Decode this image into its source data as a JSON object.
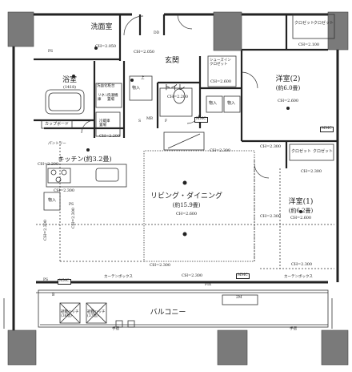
{
  "rooms": {
    "wash": "洗面室",
    "bath": "浴室",
    "bath_size": "(1418)",
    "toilet": "トイレ",
    "entrance": "玄関",
    "shoes": "シューズイン\nクロゼット",
    "kitchen": "キッチン(約3.2畳)",
    "living": "リビング・ダイニング",
    "living_size": "(約15.9畳)",
    "west2": "洋室(2)",
    "west2_size": "(約6.0畳)",
    "west1": "洋室(1)",
    "west1_size": "(約6.2畳)",
    "balcony": "バルコニー"
  },
  "ceiling": {
    "wash": "CH=2.050",
    "hall": "CH=2.050",
    "toilet": "CH=2.200",
    "shoes": "CH=2.600",
    "closet_top": "CH=2.100",
    "west2": "CH=2.600",
    "kitchen": "CH=2.200",
    "kitchen_b": "CH=2.200",
    "kitchen_c": "CH=2.300",
    "living_pt": "CH=2.300",
    "living": "CH=2.600",
    "mid": "CH=2.300",
    "closet_mid_l": "CH=2.300",
    "closet_mid_r": "CH=2.300",
    "closet_mid_b": "CH=2.300",
    "west1": "CH=2.600",
    "left_side": "CH=2.300",
    "bottom_l": "CH=2.300",
    "bottom_r": "CH=2.300",
    "balcony_line": "CH=2.300"
  },
  "tags": {
    "closet": "クロゼット",
    "storage": "物入",
    "storage2": "物入",
    "storage3": "物入",
    "storage4": "物入",
    "linen": "リネン\n庫",
    "washer": "洗濯機\n置場",
    "dryer": "洗面化粧台",
    "fridge": "冷蔵庫\n置場",
    "cupboard": "カップボード",
    "pantry": "パントリー",
    "utility": "PS",
    "ps2": "PS",
    "ps3": "PS",
    "mb": "MB",
    "mmc": "MMC",
    "mmc2": "MMC",
    "mmc3": "MMC",
    "mmc4": "MMC",
    "fix": "FIX",
    "curtain": "カーテンボックス",
    "curtain2": "カーテンボックス",
    "hatch1": "避難ハッチ\n(36階)",
    "hatch2": "避難ハッチ\n(37階)",
    "handrail": "手摺",
    "handrail2": "手摺",
    "twoM": "2M",
    "b": "B",
    "f": "F",
    "dd": "DD",
    "up": "上",
    "s": "S"
  }
}
